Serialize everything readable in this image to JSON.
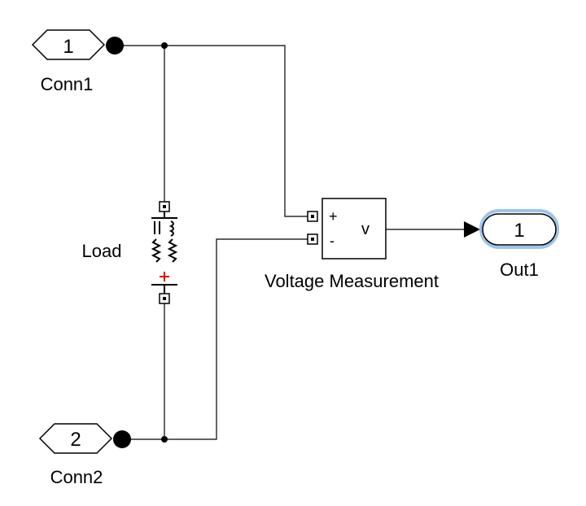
{
  "diagram": {
    "conn1": {
      "port_number": "1",
      "label": "Conn1"
    },
    "conn2": {
      "port_number": "2",
      "label": "Conn2"
    },
    "load": {
      "label": "Load"
    },
    "voltage_measurement": {
      "label": "Voltage Measurement",
      "plus_label": "+",
      "minus_label": "-",
      "output_label": "v"
    },
    "out1": {
      "port_number": "1",
      "label": "Out1"
    }
  },
  "colors": {
    "line": "#000000",
    "highlight": "#9fc4e8",
    "load_mark": "#e00000"
  }
}
